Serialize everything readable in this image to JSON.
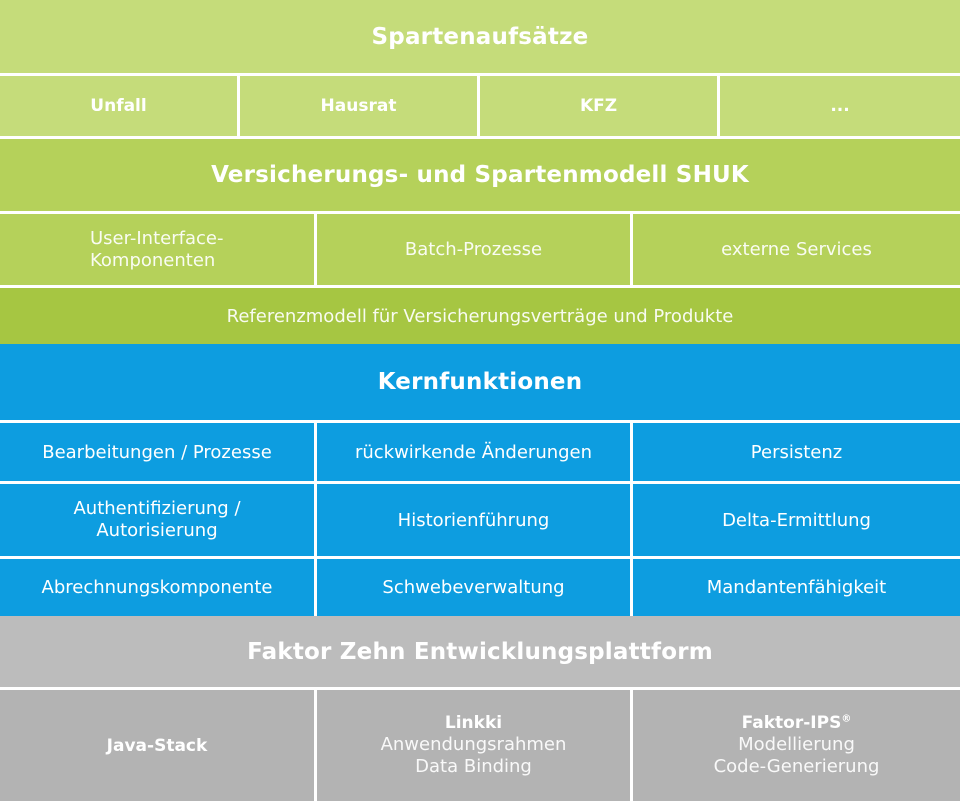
{
  "colors": {
    "green_light": "#c5dc7a",
    "green_mid": "#b5d15a",
    "green_dark": "#a6c642",
    "blue": "#0d9de0",
    "gray": "#bcbcbc",
    "gray_mid": "#b3b3b3",
    "text": "#ffffff"
  },
  "sparten": {
    "title": "Spartenaufsätze",
    "items": [
      "Unfall",
      "Hausrat",
      "KFZ",
      "..."
    ]
  },
  "shuk": {
    "title": "Versicherungs- und Spartenmodell SHUK",
    "components": [
      {
        "lines": [
          "User-Interface-",
          "Komponenten"
        ]
      },
      {
        "lines": [
          "Batch-Prozesse"
        ]
      },
      {
        "lines": [
          "externe Services"
        ]
      }
    ],
    "reference": "Referenzmodell für Versicherungsverträge und Produkte"
  },
  "kern": {
    "title": "Kernfunktionen",
    "rows": [
      [
        {
          "lines": [
            "Bearbeitungen / Prozesse"
          ]
        },
        {
          "lines": [
            "rückwirkende Änderungen"
          ]
        },
        {
          "lines": [
            "Persistenz"
          ]
        }
      ],
      [
        {
          "lines": [
            "Authentifizierung /",
            "Autorisierung"
          ]
        },
        {
          "lines": [
            "Historienführung"
          ]
        },
        {
          "lines": [
            "Delta-Ermittlung"
          ]
        }
      ],
      [
        {
          "lines": [
            "Abrechnungskomponente"
          ]
        },
        {
          "lines": [
            "Schwebeverwaltung"
          ]
        },
        {
          "lines": [
            "Mandantenfähigkeit"
          ]
        }
      ]
    ]
  },
  "faktor": {
    "title": "Faktor Zehn Entwicklungsplattform",
    "java": "Java-Stack",
    "linkki": {
      "title": "Linkki",
      "lines": [
        "Anwendungsrahmen",
        "Data Binding"
      ]
    },
    "ips": {
      "title": "Faktor-IPS",
      "mark": "®",
      "lines": [
        "Modellierung",
        "Code-Generierung"
      ]
    }
  }
}
